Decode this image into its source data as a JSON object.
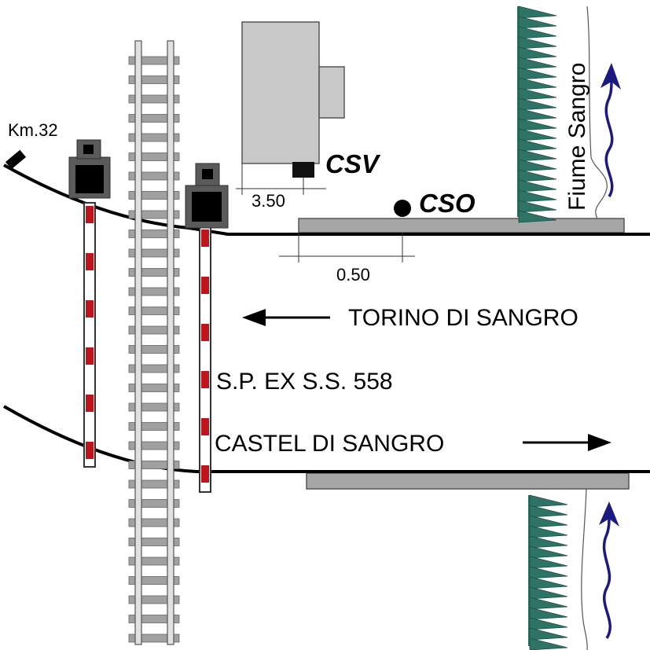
{
  "labels": {
    "km_marker": "Km.32",
    "csv": "CSV",
    "cso": "CSO",
    "dim_csv": "3.50",
    "dim_cso": "0.50",
    "river": "Fiume Sangro",
    "direction_north": "TORINO DI SANGRO",
    "road": "S.P. EX S.S. 558",
    "direction_south": "CASTEL DI SANGRO"
  },
  "colors": {
    "line": "#000000",
    "sidewalk": "#a6a6a6",
    "building": "#c8c8c8",
    "rail": "#d9d9d9",
    "sleeper": "#a0a0a0",
    "barrier_red": "#c0141c",
    "signal_housing": "#5a5a5a",
    "vegetation": "#2e7466",
    "flow_arrow": "#1a1a80"
  }
}
